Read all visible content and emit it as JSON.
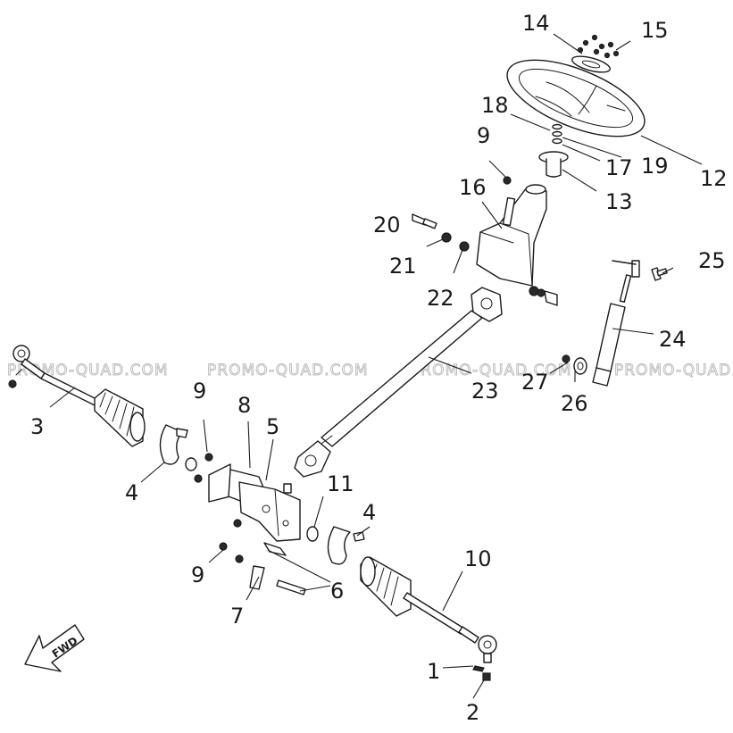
{
  "watermark": "PROMO-QUAD.COM",
  "fwd_label": "FWD",
  "callouts": {
    "c1": "1",
    "c2": "2",
    "c3": "3",
    "c4a": "4",
    "c4b": "4",
    "c5": "5",
    "c6": "6",
    "c7": "7",
    "c8": "8",
    "c9a": "9",
    "c9b": "9",
    "c9c": "9",
    "c10": "10",
    "c11": "11",
    "c12": "12",
    "c13": "13",
    "c14": "14",
    "c15": "15",
    "c16": "16",
    "c17": "17",
    "c18": "18",
    "c19": "19",
    "c20": "20",
    "c21": "21",
    "c22": "22",
    "c23": "23",
    "c24": "24",
    "c25": "25",
    "c26": "26",
    "c27": "27"
  }
}
